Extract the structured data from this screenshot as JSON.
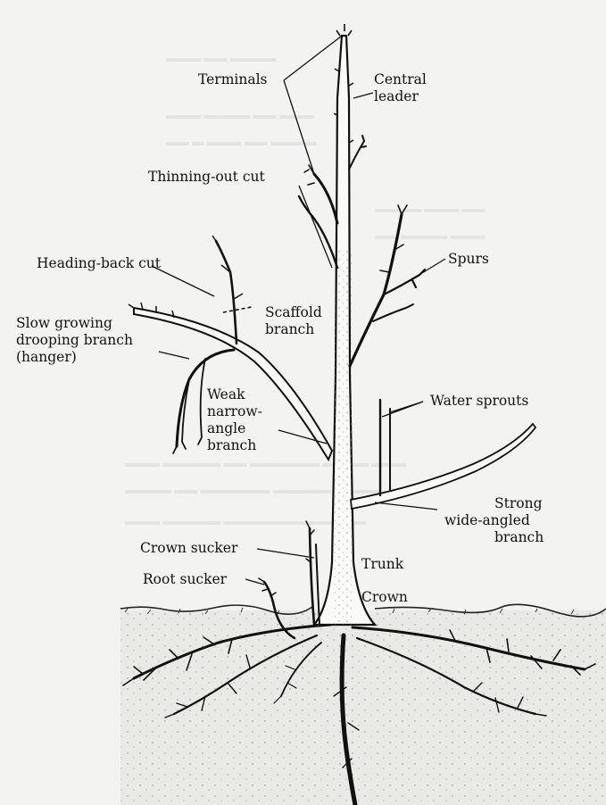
{
  "labels": {
    "terminals": "Terminals",
    "central_leader_1": "Central",
    "central_leader_2": "leader",
    "thinning_out_cut": "Thinning-out cut",
    "spurs": "Spurs",
    "heading_back_cut": "Heading-back cut",
    "scaffold_1": "Scaffold",
    "scaffold_2": "branch",
    "hanger_1": "Slow growing",
    "hanger_2": "drooping branch",
    "hanger_3": "(hanger)",
    "weak_1": "Weak",
    "weak_2": "narrow-",
    "weak_3": "angle",
    "weak_4": "branch",
    "water_sprouts": "Water sprouts",
    "strong_1": "Strong",
    "strong_2": "wide-angled",
    "strong_3": "branch",
    "crown_sucker": "Crown sucker",
    "trunk": "Trunk",
    "root_sucker": "Root sucker",
    "crown": "Crown"
  },
  "colors": {
    "ink": "#111111",
    "paper": "#f3f3f1",
    "soil": "#e9e9e6"
  }
}
